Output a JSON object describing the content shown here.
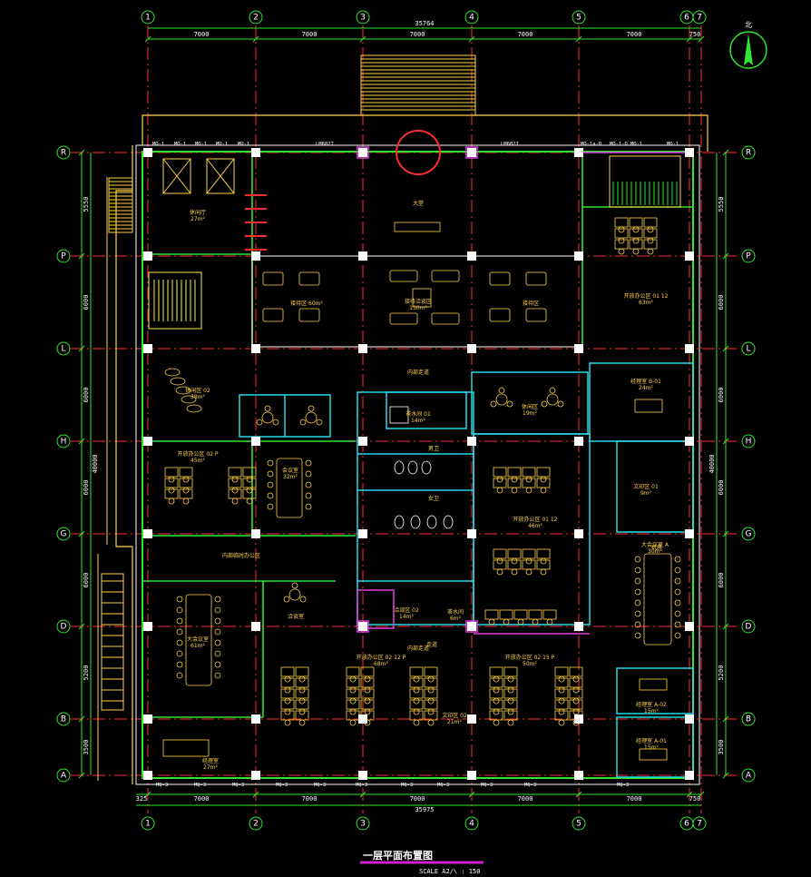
{
  "drawing": {
    "title": "一层平面布置图",
    "scale": "SCALE   A2/\\ : 150"
  },
  "north_label": "北",
  "grid_top": [
    "1",
    "2",
    "3",
    "4",
    "5",
    "6",
    "7"
  ],
  "grid_left": [
    "R",
    "P",
    "L",
    "H",
    "G",
    "D",
    "B",
    "A"
  ],
  "dims": {
    "top_total": "35764",
    "top_bays": [
      "7000",
      "7000",
      "7000",
      "7000",
      "7000",
      "750"
    ],
    "bottom_total": "35975",
    "bottom_bays": [
      "325",
      "7000",
      "7000",
      "7000",
      "7000",
      "7000",
      "750"
    ],
    "left": [
      "5550",
      "6000",
      "6000",
      "6000",
      "6000",
      "5200",
      "3500"
    ],
    "left_total": "40000",
    "right": [
      "5550",
      "6000",
      "6000",
      "6000",
      "6000",
      "5200",
      "3500"
    ],
    "right_total": "40000"
  },
  "windows_top": [
    "MQ-1",
    "MQ-1",
    "MQ-1",
    "MQ-1",
    "MQ-1",
    "LM6027",
    "LM6027",
    "MQ-1a-D",
    "MQ-1-D",
    "MQ-1",
    "MQ-1"
  ],
  "windows_bottom": [
    "MQ-3",
    "MQ-3",
    "MQ-3",
    "MQ-3",
    "MQ-3",
    "MQ-3",
    "MQ-3",
    "MQ-3",
    "MQ-3",
    "MQ-3",
    "MQ-3"
  ],
  "rooms": [
    {
      "name": "休闲厅",
      "area": "27m²"
    },
    {
      "name": "大堂",
      "area": ""
    },
    {
      "name": "接待区 60m²",
      "area": ""
    },
    {
      "name": "接待洽谈区",
      "area": "130m²"
    },
    {
      "name": "接待区",
      "area": ""
    },
    {
      "name": "开放办公区 01 12",
      "area": "63m²"
    },
    {
      "name": "休闲区 02",
      "area": "38m²"
    },
    {
      "name": "内部走道",
      "area": ""
    },
    {
      "name": "茶水间 01",
      "area": "14m²"
    },
    {
      "name": "休闲区",
      "area": "19m²"
    },
    {
      "name": "经理室 B-01",
      "area": "24m²"
    },
    {
      "name": "开放办公区 02 P",
      "area": "45m²"
    },
    {
      "name": "会议室",
      "area": "32m²"
    },
    {
      "name": "男卫",
      "area": ""
    },
    {
      "name": "女卫",
      "area": ""
    },
    {
      "name": "开放办公区 01 12",
      "area": "46m²"
    },
    {
      "name": "文印区 01",
      "area": "9m²"
    },
    {
      "name": "机房",
      "area": ""
    },
    {
      "name": "内部临时办公区",
      "area": ""
    },
    {
      "name": "大会议室 A",
      "area": "30m²"
    },
    {
      "name": "大会议室",
      "area": "61m²"
    },
    {
      "name": "洽谈室",
      "area": ""
    },
    {
      "name": "洽谈区 02",
      "area": "14m²"
    },
    {
      "name": "茶水间",
      "area": "6m²"
    },
    {
      "name": "内部走道",
      "area": ""
    },
    {
      "name": "开放办公区 02 12 P",
      "area": "68m²"
    },
    {
      "name": "开放办公区 02 15 P",
      "area": "50m²"
    },
    {
      "name": "经理室 A-02",
      "area": "15m²"
    },
    {
      "name": "经理室 A-01",
      "area": "15m²"
    },
    {
      "name": "走道",
      "area": ""
    },
    {
      "name": "经理室",
      "area": "27m²"
    },
    {
      "name": "文印区 02",
      "area": "21m²"
    }
  ],
  "colors": {
    "grid_axis": "#ff2d2d",
    "column": "#ffffff",
    "wall_green": "#31e631",
    "wall_cyan": "#27d9e8",
    "furniture": "#ffd24a",
    "magenta": "#e040e0",
    "title_bar": "#d020d0"
  }
}
